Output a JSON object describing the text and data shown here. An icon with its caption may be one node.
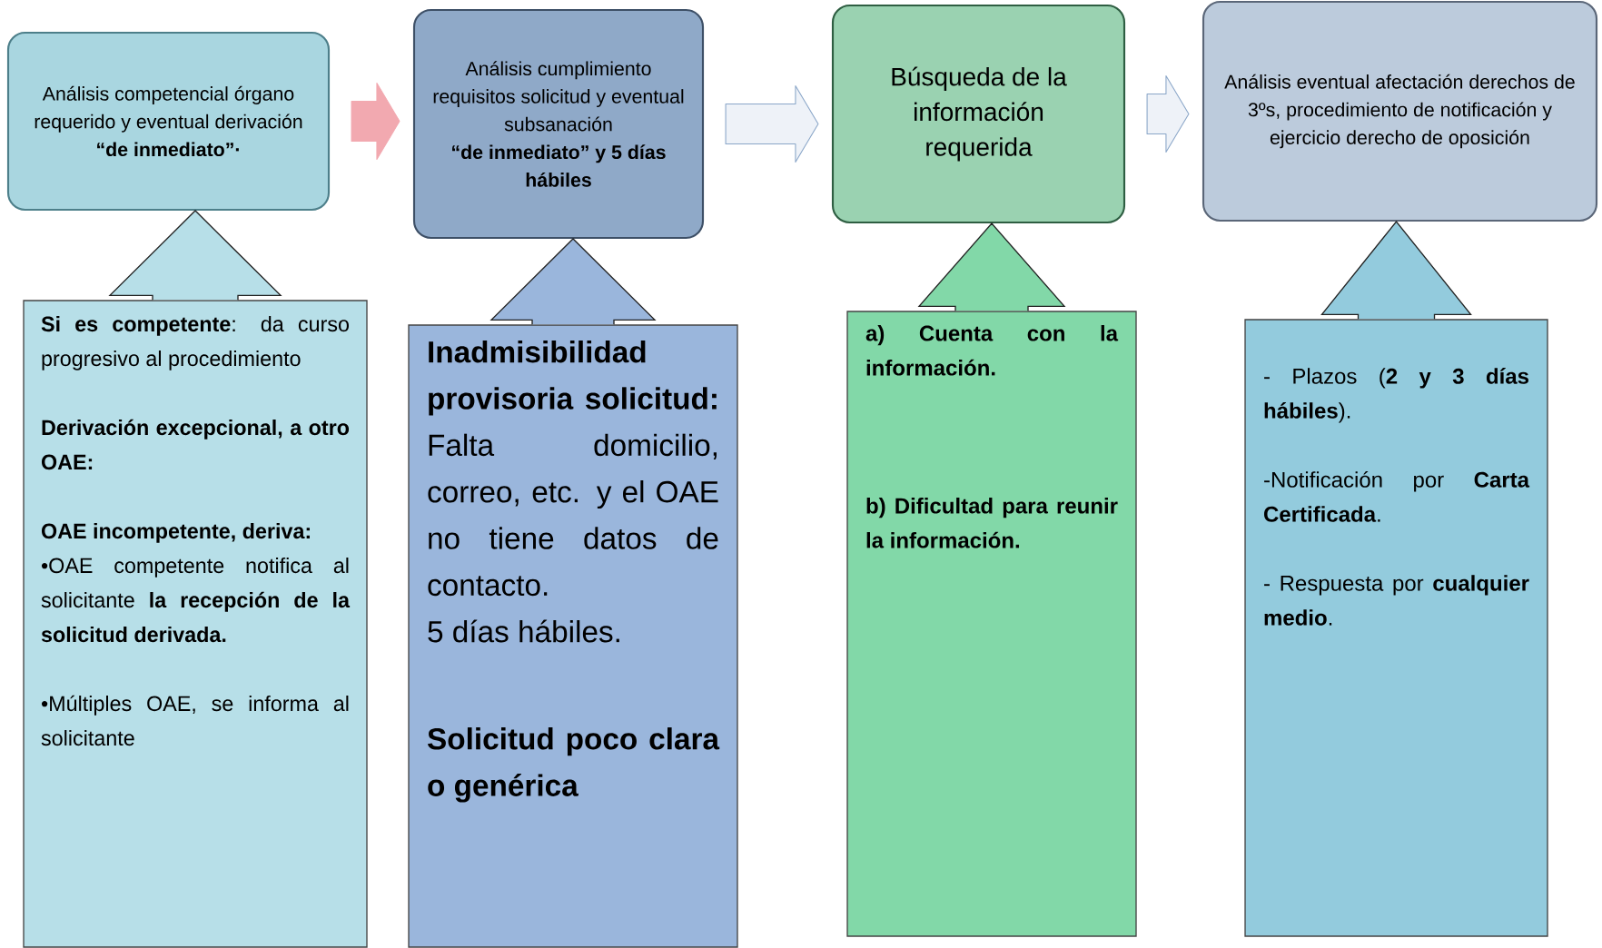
{
  "diagram": {
    "nodes": [
      {
        "text": [
          "Análisis competencial órgano requerido y eventual derivación",
          "“de inmediato”·"
        ]
      },
      {
        "text": [
          "Análisis cumplimiento requisitos solicitud y eventual subsanación",
          "“de inmediato” y 5 días hábiles"
        ]
      },
      {
        "text": [
          "Búsqueda de la información requerida"
        ]
      },
      {
        "text": [
          "Análisis eventual afectación derechos de 3ºs, procedimiento de notificación y ejercicio derecho de oposición"
        ]
      },
      {
        "text": [
          "**Si es competente**: da curso progresivo al procedimiento",
          "Derivación excepcional, a otro OAE:",
          "OAE incompetente, deriva:",
          "•OAE competente notifica al solicitante **la recepción de la solicitud derivada.**",
          "•Múltiples OAE, se informa al solicitante"
        ]
      },
      {
        "text": [
          "**Inadmisibilidad provisoria solicitud:** Falta domicilio, correo, etc. y el OAE no tiene datos de contacto.",
          "5 días hábiles.",
          "Solicitud poco clara o genérica"
        ]
      },
      {
        "text": [
          "a) Cuenta con la información.",
          "b) Dificultad para reunir la información."
        ]
      },
      {
        "text": [
          "- Plazos (**2 y 3 días hábiles**).",
          "-Notificación por **Carta Certificada**.",
          "- Respuesta por **cualquier medio**."
        ]
      }
    ],
    "edges": [
      {
        "from": 0,
        "to": 1,
        "arrow": "to",
        "color": "#f2a9b0"
      },
      {
        "from": 1,
        "to": 2,
        "arrow": "to"
      },
      {
        "from": 2,
        "to": 3,
        "arrow": "to"
      },
      {
        "from": 4,
        "to": 0,
        "arrow": "to"
      },
      {
        "from": 5,
        "to": 1,
        "arrow": "to"
      },
      {
        "from": 6,
        "to": 2,
        "arrow": "to"
      },
      {
        "from": 7,
        "to": 3,
        "arrow": "to"
      }
    ]
  }
}
